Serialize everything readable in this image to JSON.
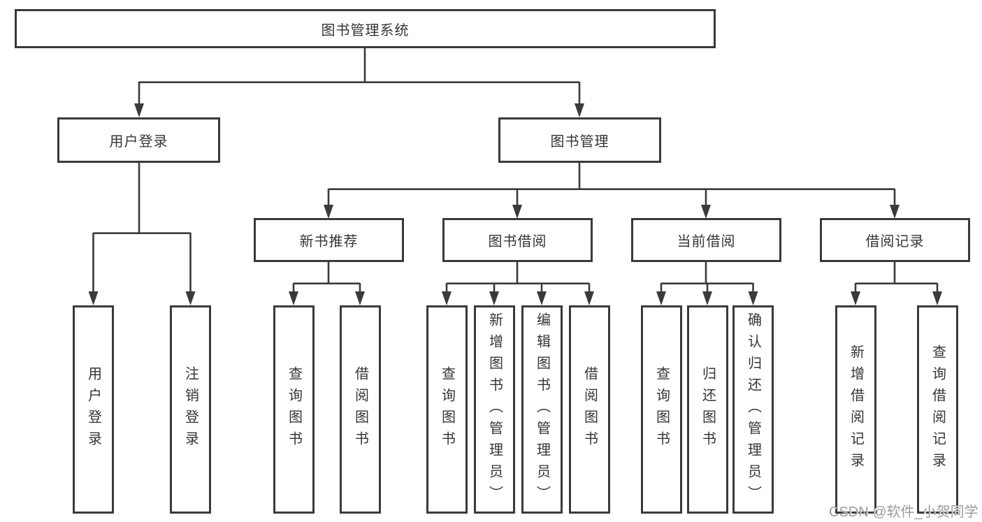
{
  "diagram": {
    "title": "图书管理系统",
    "branches": [
      {
        "label": "用户登录",
        "children": [
          {
            "label": "用户登录"
          },
          {
            "label": "注销登录"
          }
        ]
      },
      {
        "label": "图书管理",
        "children": [
          {
            "label": "新书推荐",
            "children": [
              {
                "label": "查询图书"
              },
              {
                "label": "借阅图书"
              }
            ]
          },
          {
            "label": "图书借阅",
            "children": [
              {
                "label": "查询图书"
              },
              {
                "label": "新增图书（管理员）"
              },
              {
                "label": "编辑图书（管理员）"
              },
              {
                "label": "借阅图书"
              }
            ]
          },
          {
            "label": "当前借阅",
            "children": [
              {
                "label": "查询图书"
              },
              {
                "label": "归还图书"
              },
              {
                "label": "确认归还（管理员）"
              }
            ]
          },
          {
            "label": "借阅记录",
            "children": [
              {
                "label": "新增借阅记录"
              },
              {
                "label": "查询借阅记录"
              }
            ]
          }
        ]
      }
    ],
    "colors": {
      "line": "#3a3a3a",
      "box_border": "#3a3a3a",
      "box_fill": "#ffffff",
      "text": "#353535",
      "watermark": "#9b9b9b"
    }
  },
  "watermark": "CSDN @软件_小贺同学"
}
